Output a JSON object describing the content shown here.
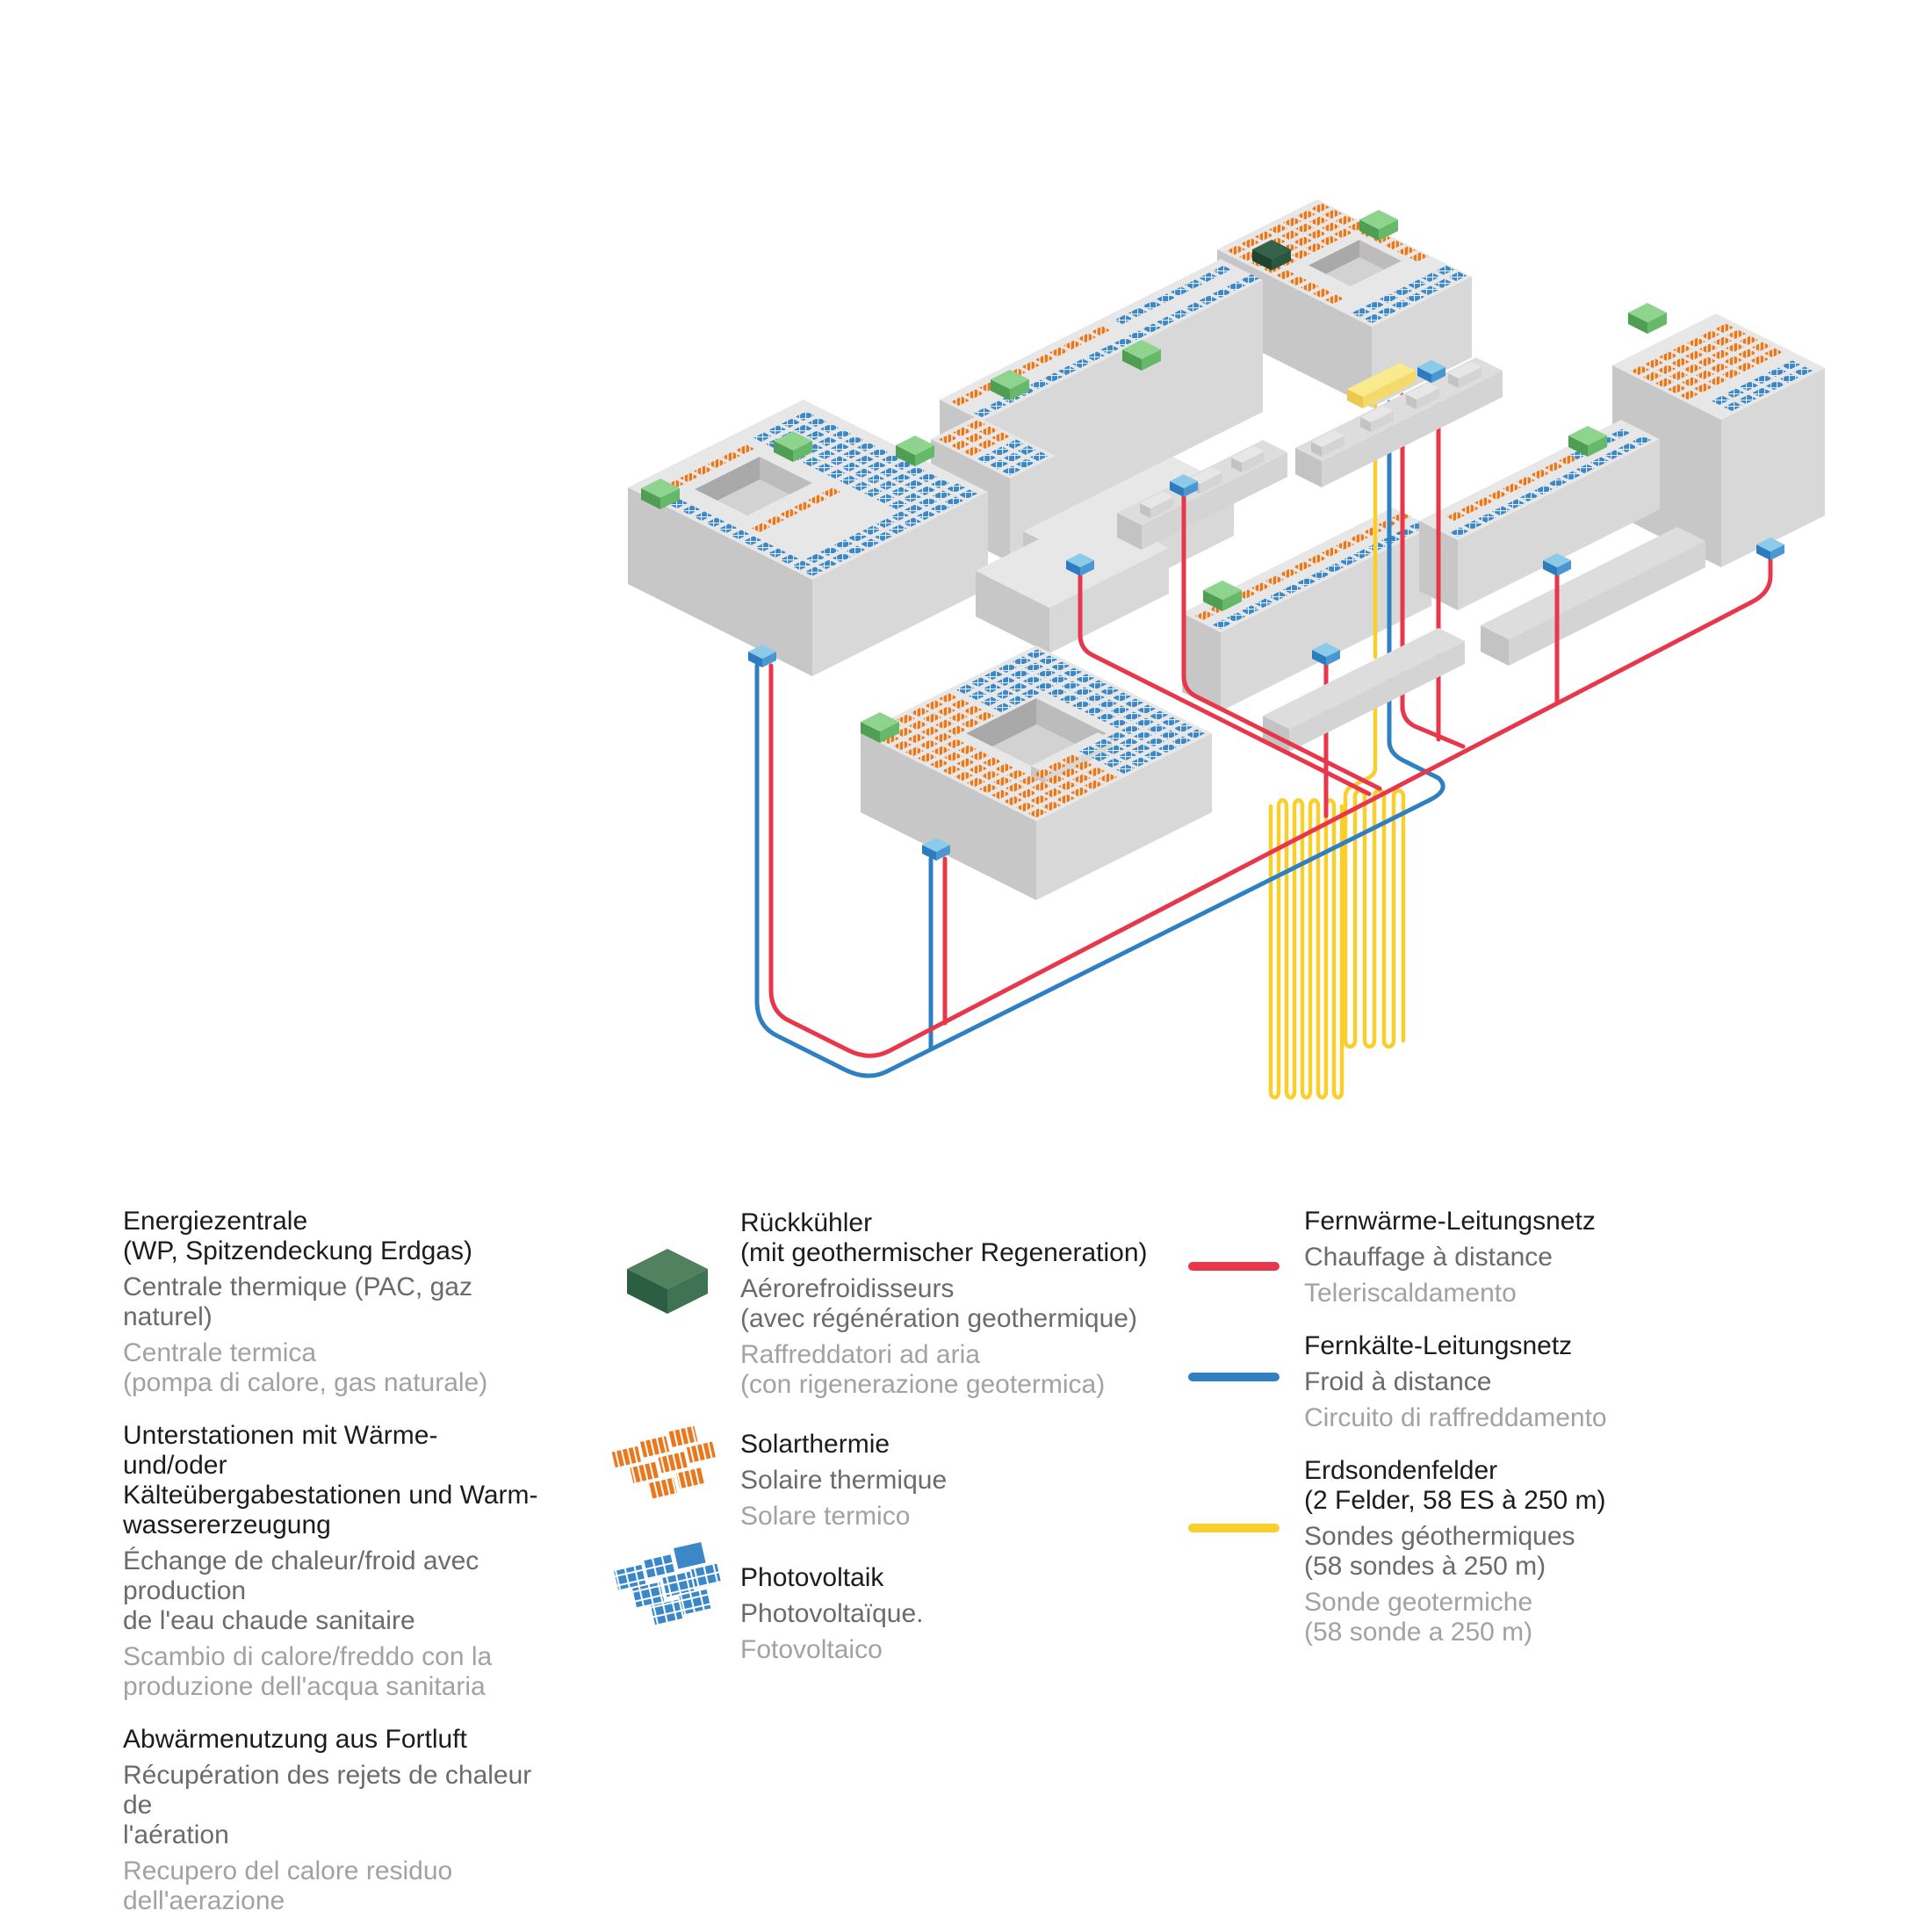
{
  "title": "Energy concept isometric site diagram",
  "colors": {
    "heating_red": "#e8374a",
    "cooling_blue": "#2f80c3",
    "probe_yellow": "#f9cf2b",
    "solar_orange": "#e8781e",
    "pv_blue": "#3b87c7",
    "building_top": "#e7e7e7",
    "building_left": "#c7c7c7",
    "building_right": "#d8d8d8",
    "pit_wall_dark": "#a9a9a9",
    "pit_wall_mid": "#bcbcbc",
    "pit_floor": "#d2d2d2",
    "slab_top": "#dddddd",
    "slab_left": "#c3c3c3",
    "slab_right": "#d4d4d4",
    "green_light_top": "#8ed48e",
    "green_light_left": "#4f9e53",
    "green_light_right": "#66b968",
    "green_dark_top": "#35634a",
    "green_dark_left": "#1f4430",
    "green_dark_right": "#2c573f",
    "marker_top": "#8ccae9",
    "marker_left": "#2e7cc0",
    "marker_right": "#4a97d3",
    "ybox_top": "#fbe98e",
    "ybox_left": "#edc84f",
    "ybox_right": "#f5d96b"
  },
  "legend": {
    "col1": [
      {
        "de": "Energiezentrale\n(WP, Spitzendeckung Erdgas)",
        "fr": "Centrale thermique (PAC, gaz naturel)",
        "it": "Centrale termica\n(pompa di calore, gas naturale)"
      },
      {
        "de": "Unterstationen mit Wärme- und/oder\nKälteübergabestationen und Warm-\nwassererzeugung",
        "fr": "Échange de chaleur/froid avec production\nde l'eau chaude sanitaire",
        "it": "Scambio di calore/freddo con la\nproduzione dell'acqua sanitaria"
      },
      {
        "de": "Abwärmenutzung aus Fortluft",
        "fr": "Récupération des rejets de chaleur de\nl'aération",
        "it": "Recupero del calore residuo dell'aerazione"
      }
    ],
    "col2": [
      {
        "icon": "cooler-cube-icon",
        "de": "Rückkühler\n(mit geothermischer Regeneration)",
        "fr": "Aérorefroidisseurs\n(avec régénération geothermique)",
        "it": "Raffreddatori ad aria\n(con rigenerazione geotermica)"
      },
      {
        "icon": "solar-thermal-icon",
        "de": "Solarthermie",
        "fr": "Solaire thermique",
        "it": "Solare termico"
      },
      {
        "icon": "photovoltaic-icon",
        "de": "Photovoltaik",
        "fr": "Photovoltaïque.",
        "it": "Fotovoltaico"
      }
    ],
    "col3": [
      {
        "icon": "heating-line-icon",
        "de": "Fernwärme-Leitungsnetz",
        "fr": "Chauffage à distance",
        "it": "Teleriscaldamento"
      },
      {
        "icon": "cooling-line-icon",
        "de": "Fernkälte-Leitungsnetz",
        "fr": "Froid à distance",
        "it": "Circuito di raffreddamento"
      },
      {
        "icon": "probe-line-icon",
        "de": "Erdsondenfelder\n(2 Felder, 58 ES à 250 m)",
        "fr": "Sondes géothermiques\n(58 sondes à 250 m)",
        "it": "Sonde geotermiche\n(58 sonde a 250 m)"
      }
    ]
  }
}
